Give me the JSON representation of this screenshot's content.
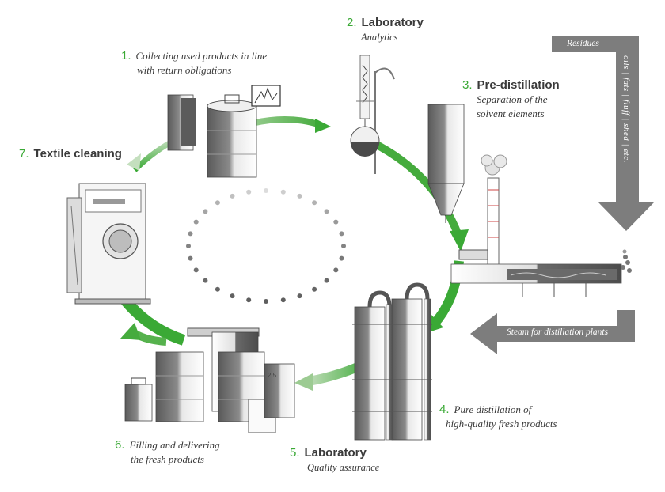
{
  "steps": [
    {
      "num": "1.",
      "line1": "Collecting used products in line",
      "line2": "with return obligations"
    },
    {
      "num": "2.",
      "title": "Laboratory",
      "sub": "Analytics"
    },
    {
      "num": "3.",
      "title": "Pre-distillation",
      "line1": "Separation of the",
      "line2": "solvent elements"
    },
    {
      "num": "4.",
      "line1": "Pure distillation of",
      "line2": "high-quality fresh products"
    },
    {
      "num": "5.",
      "title": "Laboratory",
      "sub": "Quality assurance"
    },
    {
      "num": "6.",
      "line1": "Filling and delivering",
      "line2": "the fresh products"
    },
    {
      "num": "7.",
      "title": "Textile cleaning"
    }
  ],
  "residues": {
    "label": "Residues",
    "items": "oils | fats | fluff | shed | etc."
  },
  "steam": {
    "label": "Steam for distillation plants"
  },
  "drum_mark": "2,5",
  "colors": {
    "green": "#3aa935",
    "gray": "#7d7d7d",
    "dark": "#3a3a3a"
  }
}
